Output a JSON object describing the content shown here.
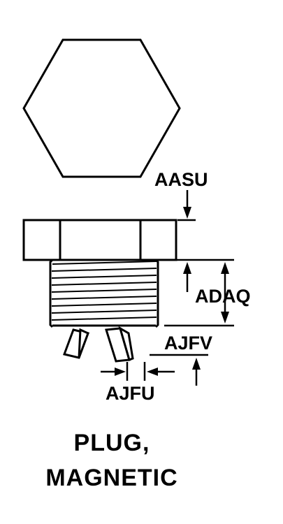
{
  "dimensions": {
    "aasu": "AASU",
    "adaq": "ADAQ",
    "ajfv": "AJFV",
    "ajfu": "AJFU"
  },
  "caption": {
    "line1": "PLUG,",
    "line2": "MAGNETIC"
  }
}
